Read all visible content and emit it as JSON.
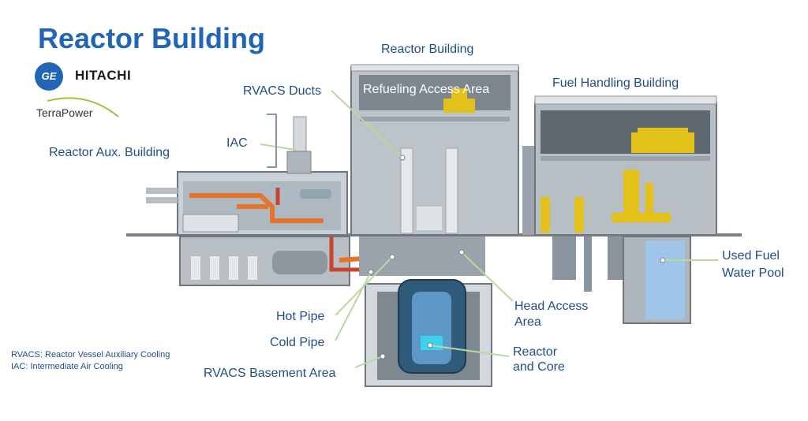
{
  "title": "Reactor Building",
  "logos": {
    "ge": "GE",
    "hitachi": "HITACHI",
    "terrapower": "TerraPower"
  },
  "labels": {
    "reactor_building": "Reactor Building",
    "rvacs_ducts": "RVACS Ducts",
    "refueling_access_area": "Refueling Access Area",
    "fuel_handling_building": "Fuel Handling Building",
    "iac": "IAC",
    "reactor_aux_building": "Reactor Aux. Building",
    "used_fuel_1": "Used Fuel",
    "used_fuel_2": "Water Pool",
    "head_access_1": "Head Access",
    "head_access_2": "Area",
    "hot_pipe": "Hot  Pipe",
    "cold_pipe": "Cold  Pipe",
    "reactor_core_1": "Reactor",
    "reactor_core_2": "and Core",
    "rvacs_basement": "RVACS Basement Area"
  },
  "legend": [
    "RVACS: Reactor Vessel Auxiliary Cooling",
    "IAC: Intermediate Air Cooling"
  ],
  "colors": {
    "title": "#2166b6",
    "label": "#1f4e86",
    "structure": "#8a949e",
    "hot_pipe": "#e8732b",
    "cold_pipe": "#c8452c",
    "equipment": "#e2c21a",
    "water": "#9fc6e8",
    "leader_line": "#b8d8a0"
  }
}
